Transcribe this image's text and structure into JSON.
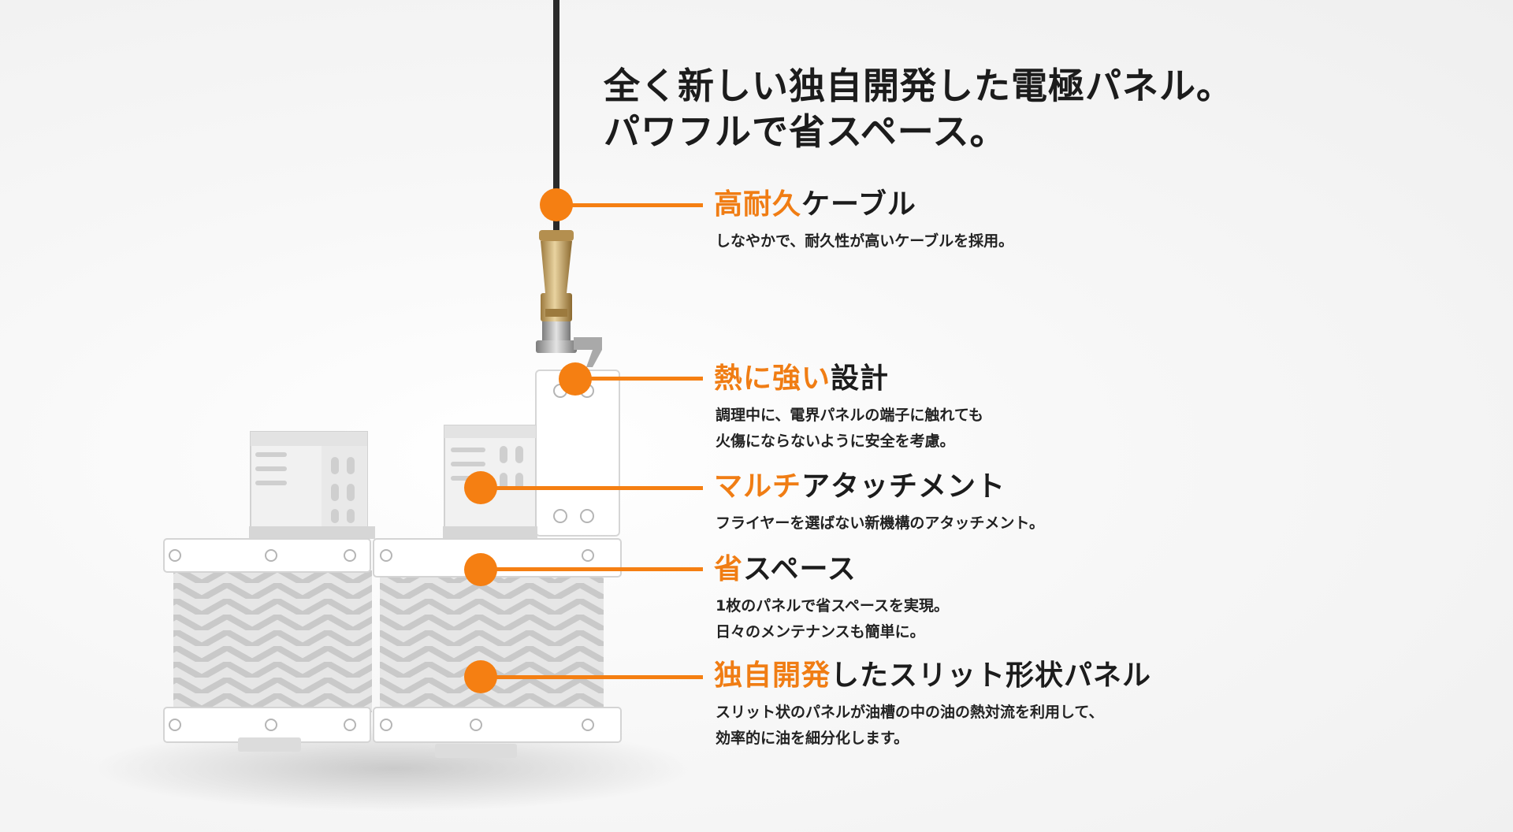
{
  "headline": {
    "line1": "全く新しい独自開発した電極パネル。",
    "line2": "パワフルで省スペース。"
  },
  "accent_color": "#f57f12",
  "features": [
    {
      "accent": "高耐久",
      "rest": "ケーブル",
      "desc": [
        "しなやかで、耐久性が高いケーブルを採用。"
      ]
    },
    {
      "accent": "熱に強い",
      "rest": "設計",
      "desc": [
        "調理中に、電界パネルの端子に触れても",
        "火傷にならないように安全を考慮。"
      ]
    },
    {
      "accent": "マルチ",
      "rest": "アタッチメント",
      "desc": [
        "フライヤーを選ばない新機構のアタッチメント。"
      ]
    },
    {
      "accent": "省",
      "rest": "スペース",
      "desc": [
        "1枚のパネルで省スペースを実現。",
        "日々のメンテナンスも簡単に。"
      ]
    },
    {
      "accent": "独自開発",
      "rest": "したスリット形状パネル",
      "desc": [
        "スリット状のパネルが油槽の中の油の熱対流を利用して、",
        "効率的に油を細分化します。"
      ]
    }
  ]
}
